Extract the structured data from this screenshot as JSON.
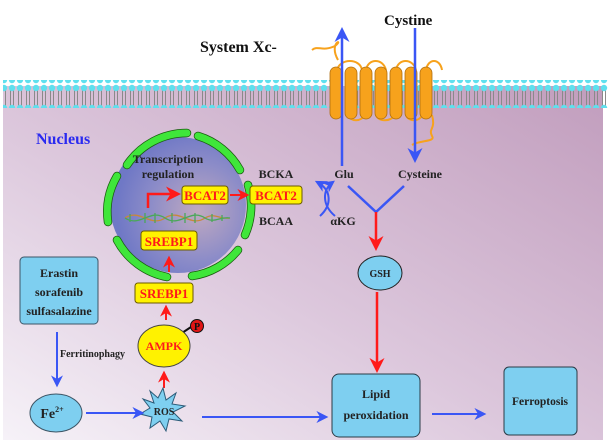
{
  "title": "BCAT2 and System Xc- in ferroptosis",
  "labels": {
    "system_xc": "System  Xc-",
    "cystine": "Cystine",
    "nucleus": "Nucleus",
    "transcription_line1": "Transcription",
    "transcription_line2": "regulation",
    "bcat2_nuclear": "BCAT2",
    "bcat2_cyto": "BCAT2",
    "srebp1_nuclear": "SREBP1",
    "srebp1_cyto": "SREBP1",
    "ampk": "AMPK",
    "phospho": "P",
    "bcka": "BCKA",
    "bcaa": "BCAA",
    "glu": "Glu",
    "akg": "αKG",
    "cysteine": "Cysteine",
    "gsh": "GSH",
    "drugs_line1": "Erastin",
    "drugs_line2": "sorafenib",
    "drugs_line3": "sulfasalazine",
    "ferritinophagy": "Ferritinophagy",
    "fe": "Fe",
    "fe_sup": "2+",
    "ros": "ROS",
    "lipid_line1": "Lipid",
    "lipid_line2": "peroxidation",
    "ferroptosis": "Ferroptosis"
  },
  "colors": {
    "membrane_head": "#5fe0ee",
    "membrane_tail": "#888888",
    "cytoplasm_top": "#c6a2c2",
    "cytoplasm_bottom": "#f3eef5",
    "nucleus_fill": "#7d86c6",
    "envelope": "#3fe63a",
    "transporter": "#f7a21c",
    "box_fill": "#7ecff0",
    "yellow_box": "#fff200",
    "red_text": "#ff1a1a",
    "blue_arrow": "#3a56f5",
    "red_arrow": "#ff1a1a",
    "nucleus_label": "#2a2af0"
  }
}
